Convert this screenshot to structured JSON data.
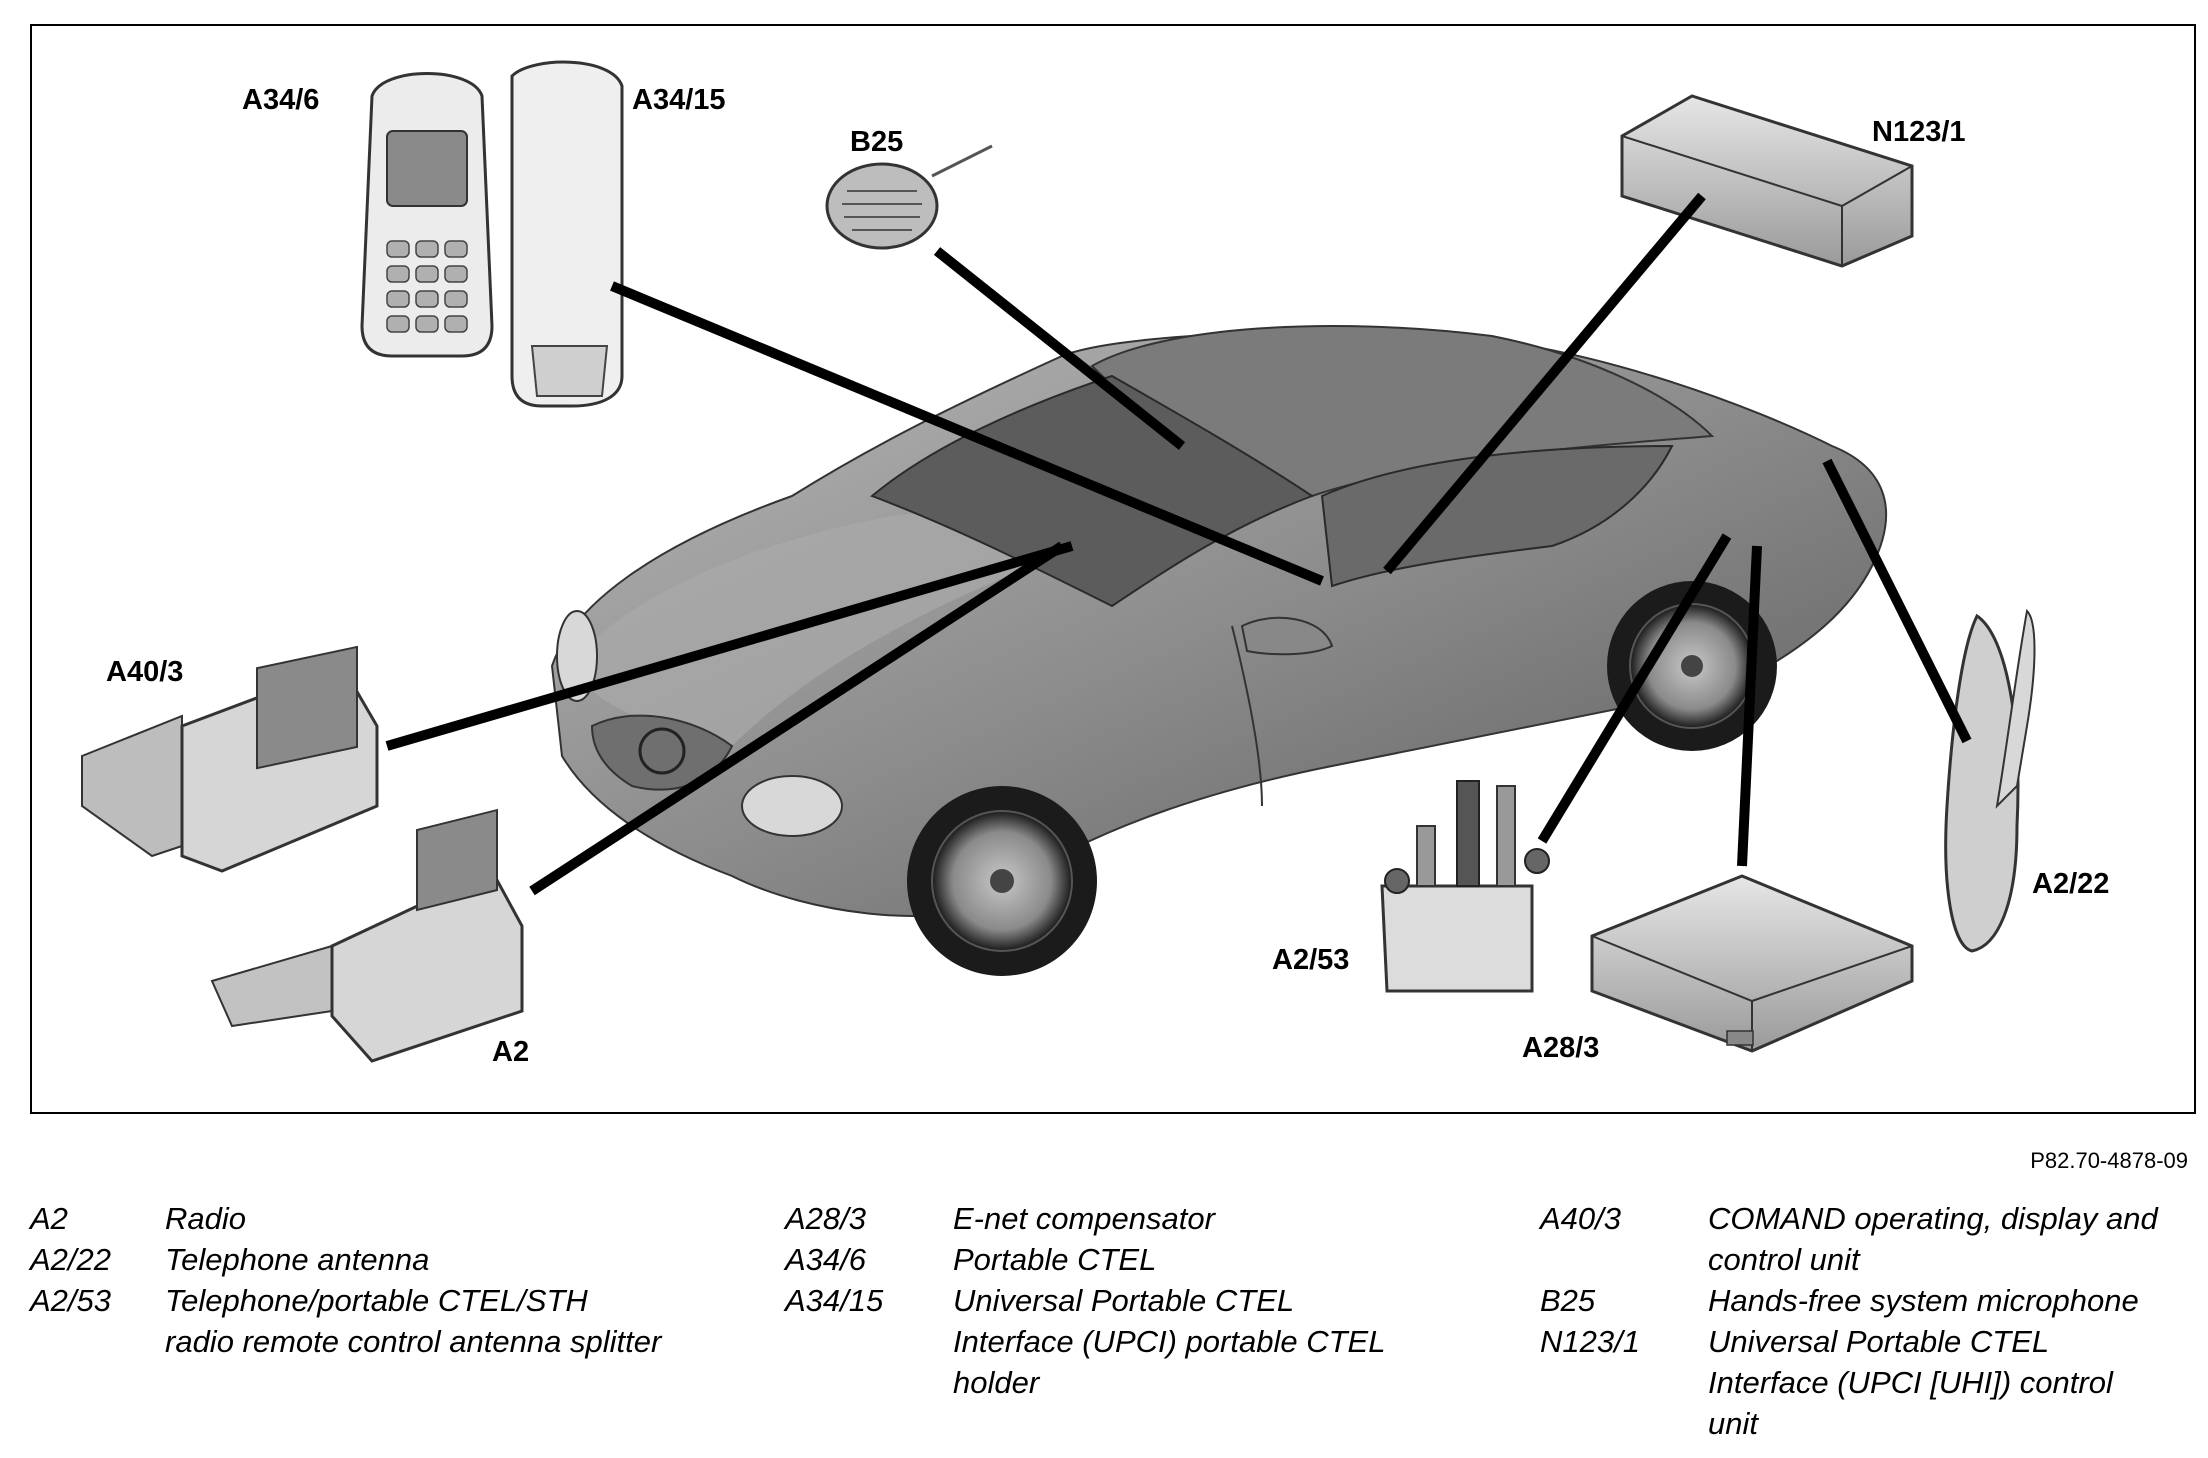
{
  "diagram": {
    "callouts": {
      "a34_6": "A34/6",
      "a34_15": "A34/15",
      "b25": "B25",
      "n123_1": "N123/1",
      "a40_3": "A40/3",
      "a2": "A2",
      "a2_53": "A2/53",
      "a28_3": "A28/3",
      "a2_22": "A2/22"
    },
    "figure_ref": "P82.70-4878-09"
  },
  "legend": {
    "col1": [
      {
        "code": "A2",
        "desc": "Radio"
      },
      {
        "code": "A2/22",
        "desc": "Telephone antenna"
      },
      {
        "code": "A2/53",
        "desc": "Telephone/portable CTEL/STH\nradio remote control antenna splitter"
      }
    ],
    "col2": [
      {
        "code": "A28/3",
        "desc": "E-net compensator"
      },
      {
        "code": "A34/6",
        "desc": "Portable CTEL"
      },
      {
        "code": "A34/15",
        "desc": "Universal Portable CTEL\nInterface (UPCI) portable CTEL\nholder"
      }
    ],
    "col3": [
      {
        "code": "A40/3",
        "desc": "COMAND operating, display and\ncontrol unit"
      },
      {
        "code": "B25",
        "desc": "Hands-free system microphone"
      },
      {
        "code": "N123/1",
        "desc": "Universal Portable CTEL\nInterface (UPCI [UHI]) control\nunit"
      }
    ]
  }
}
